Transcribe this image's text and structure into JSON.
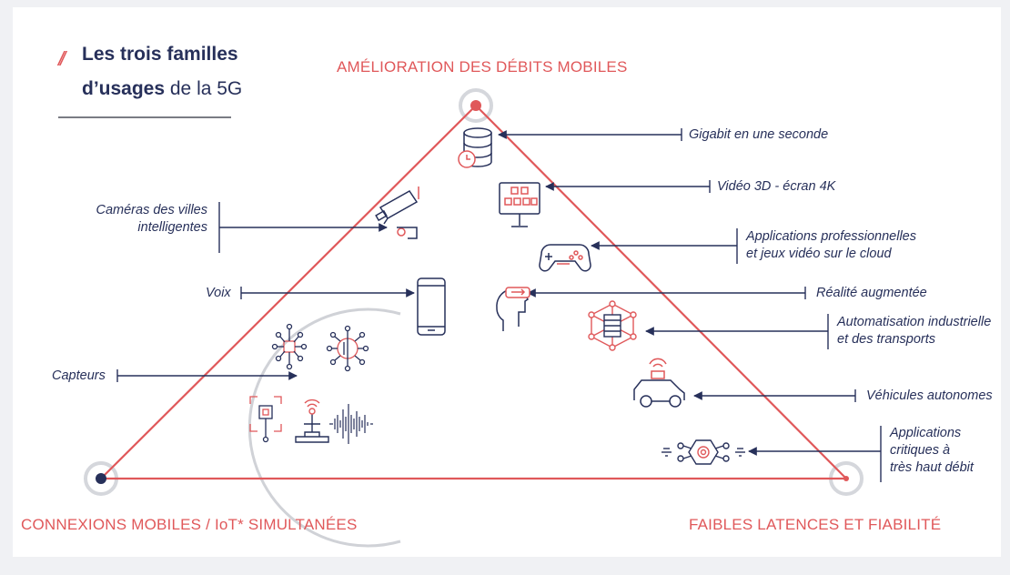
{
  "header": {
    "title_line1": "Les trois familles",
    "title_line2_bold": "d’usages",
    "title_line2_rest": " de la 5G",
    "slashes": "//"
  },
  "corners": {
    "top": "AMÉLIORATION DES DÉBITS MOBILES",
    "bottom_left": "CONNEXIONS MOBILES / IoT* SIMULTANÉES",
    "bottom_right": "FAIBLES LATENCES ET FIABILITÉ"
  },
  "labels": {
    "gigabit": "Gigabit en une seconde",
    "video3d": "Vidéo 3D - écran 4K",
    "apps_pro_1": "Applications professionnelles",
    "apps_pro_2": "et jeux vidéo sur le cloud",
    "realite": "Réalité augmentée",
    "automatisation_1": "Automatisation industrielle",
    "automatisation_2": "et des transports",
    "vehicules": "Véhicules autonomes",
    "critiques_1": "Applications",
    "critiques_2": "critiques à",
    "critiques_3": "très haut débit",
    "cameras_1": "Caméras des villes",
    "cameras_2": "intelligentes",
    "voix": "Voix",
    "capteurs": "Capteurs"
  },
  "colors": {
    "accent": "#e0585a",
    "navy": "#27305a",
    "grey": "#c9cbd1"
  }
}
